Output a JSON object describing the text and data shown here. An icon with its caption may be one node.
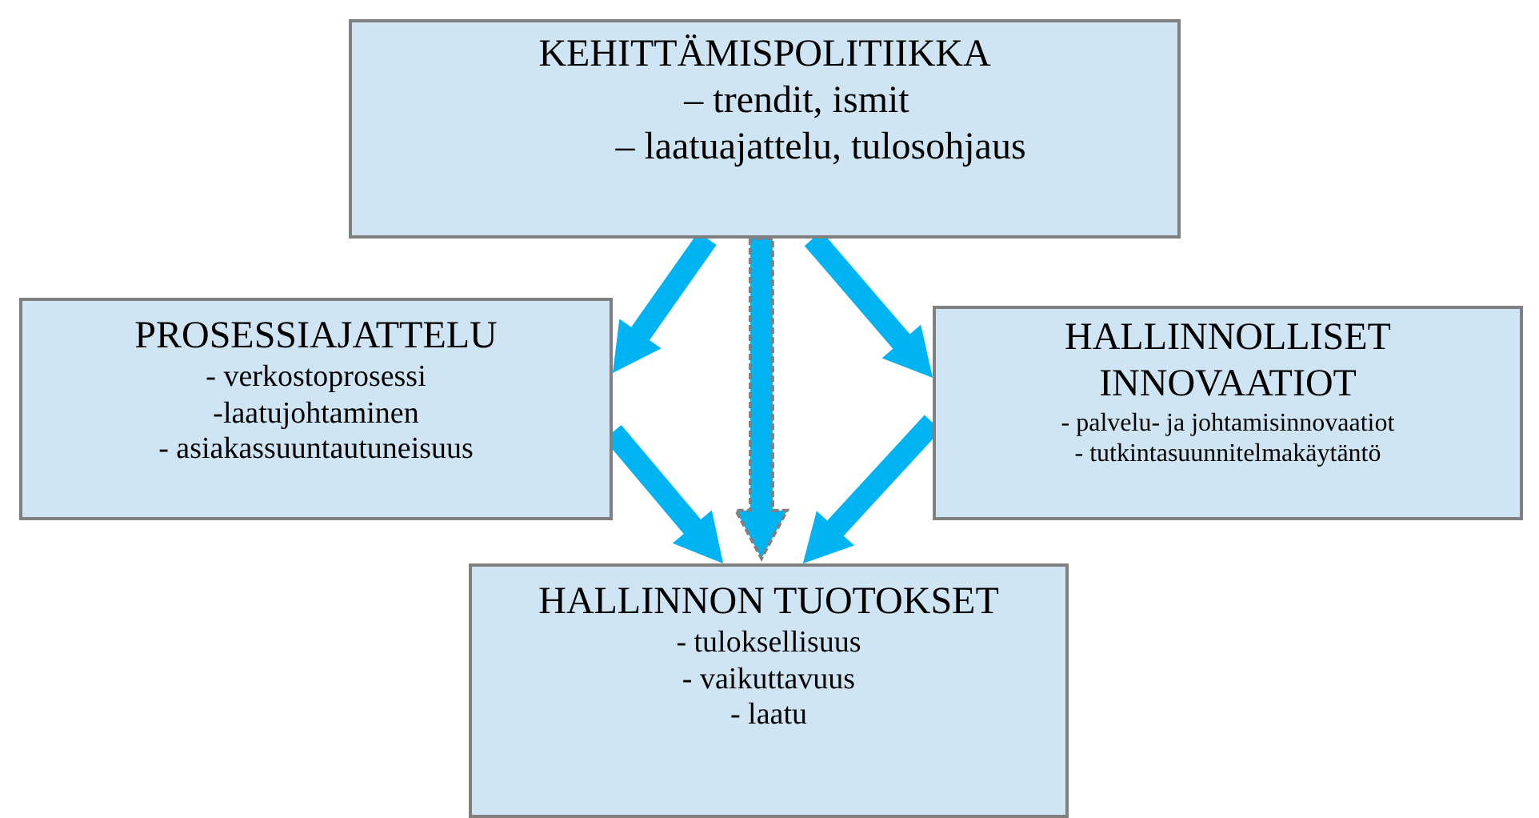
{
  "diagram": {
    "nodes": [
      {
        "text": [
          "KEHITTÄMISPOLITIIKKA",
          "– trendit, ismit",
          "– laatuajattelu, tulosohjaus"
        ]
      },
      {
        "text": [
          "PROSESSIAJATTELU",
          "- verkostoprosessi",
          "-laatujohtaminen",
          "- asiakassuuntautuneisuus"
        ]
      },
      {
        "text": [
          "HALLINNOLLISET INNOVAATIOT",
          "- palvelu- ja johtamisinnovaatiot",
          "- tutkintasuunnitelmakäytäntö"
        ]
      },
      {
        "text": [
          "HALLINNON TUOTOKSET",
          "- tuloksellisuus",
          "- vaikuttavuus",
          "- laatu"
        ]
      }
    ],
    "edges": [
      {
        "from": 0,
        "to": 1,
        "arrow": "to"
      },
      {
        "from": 0,
        "to": 3,
        "arrow": "to",
        "style": "dashed"
      },
      {
        "from": 0,
        "to": 2,
        "arrow": "to"
      },
      {
        "from": 1,
        "to": 3,
        "arrow": "to"
      },
      {
        "from": 2,
        "to": 3,
        "arrow": "to"
      }
    ]
  }
}
